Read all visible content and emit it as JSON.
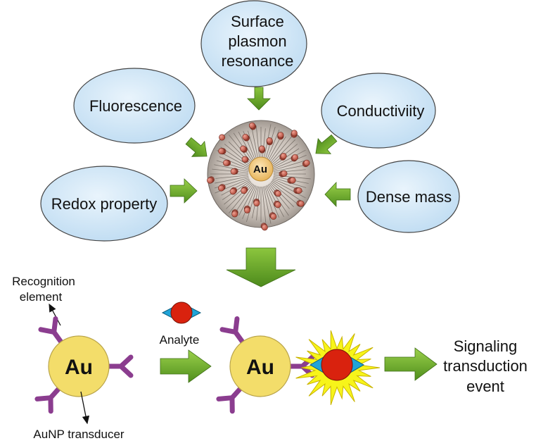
{
  "properties": {
    "surface_plasmon": [
      "Surface",
      "plasmon",
      "resonance"
    ],
    "fluorescence": "Fluorescence",
    "conductivity": "Conductiviity",
    "redox": "Redox property",
    "dense_mass": "Dense mass"
  },
  "nanoparticle": {
    "core_label": "Au"
  },
  "bottom": {
    "recognition_element": [
      "Recognition",
      "element"
    ],
    "au_left": "Au",
    "au_right": "Au",
    "analyte": "Analyte",
    "transducer": "AuNP transducer",
    "signaling": [
      "Signaling",
      "transduction",
      "event"
    ]
  },
  "colors": {
    "oval_fill": "#cfe6f7",
    "arrow_green": "#6aa12a",
    "au_fill": "#f3dd6a",
    "receptor": "#8b3d8f",
    "analyte_red": "#d9220e",
    "analyte_blue": "#1fa4d8",
    "burst_yellow": "#f7f41a"
  }
}
